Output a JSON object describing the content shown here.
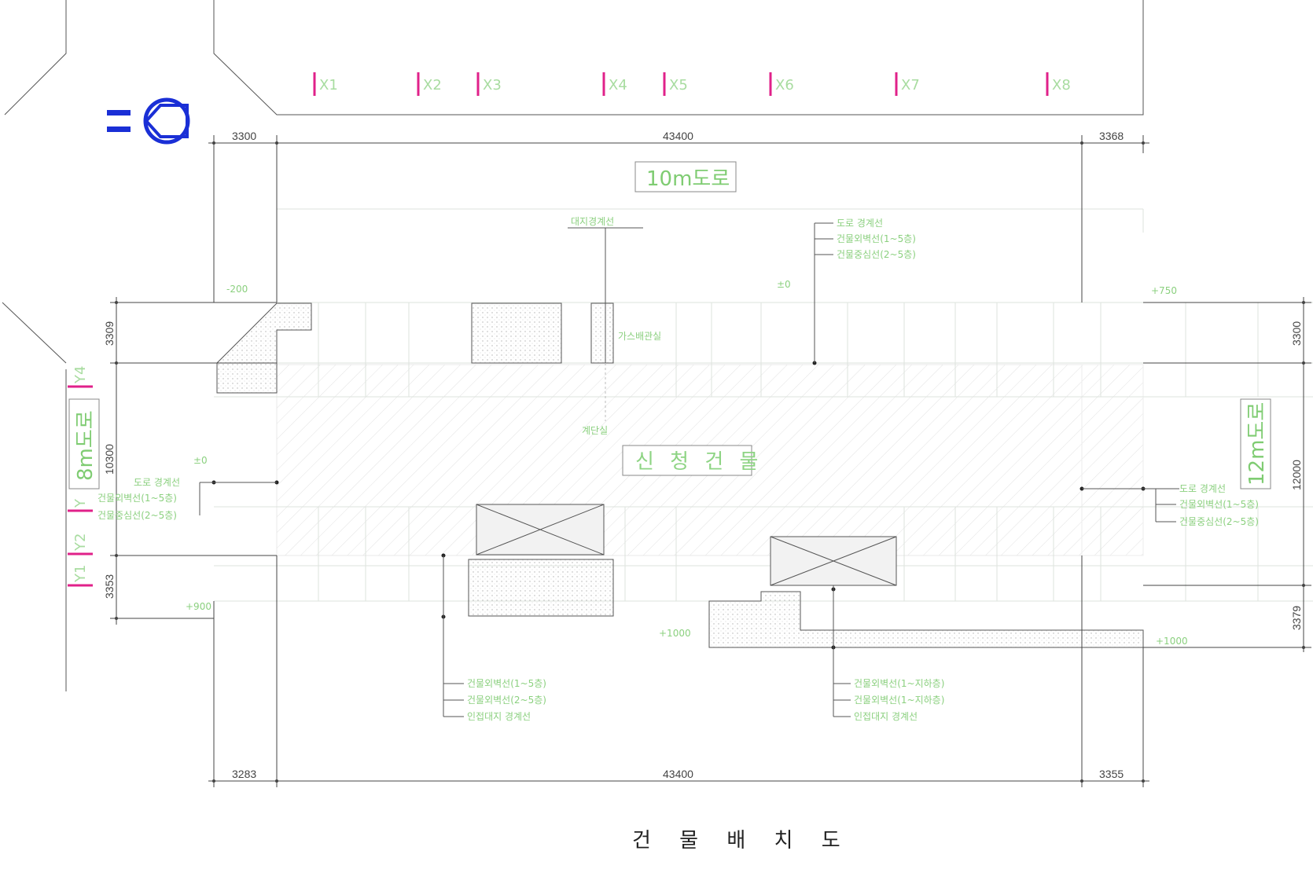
{
  "drawing_title": "건 물 배 치 도",
  "building_label": "신 청 건 물",
  "roads": {
    "north": "10m도로",
    "west": "8m도로",
    "east": "12m도로"
  },
  "grid_x": [
    "X1",
    "X2",
    "X3",
    "X4",
    "X5",
    "X6",
    "X7",
    "X8"
  ],
  "grid_y": [
    "Y4",
    "Y",
    "Y2",
    "Y1"
  ],
  "dimensions": {
    "top": [
      "3300",
      "43400",
      "3368"
    ],
    "bottom": [
      "3283",
      "43400",
      "3355"
    ],
    "left": [
      "3309",
      "10300",
      "3353"
    ],
    "right": [
      "3300",
      "12000",
      "3379"
    ]
  },
  "levels": [
    "-200",
    "±0",
    "+750",
    "±0",
    "+900",
    "+1000",
    "+1000"
  ],
  "notes": {
    "n_top_a": "대지경계선 ",
    "n_top_b": [
      "도로 경계선",
      "건물외벽선(1~5층)",
      "건물중심선(2~5층)"
    ],
    "n_mid_a": "계단실",
    "n_mid_b": "가스배관실",
    "n_left": [
      "도로 경계선",
      "건물외벽선(1~5층)",
      "건물중심선(2~5층)"
    ],
    "n_right": [
      "도로 경계선",
      "건물외벽선(1~5층)",
      "건물중심선(2~5층)"
    ],
    "n_bot_left": [
      "건물외벽선(1~5층)",
      "건물외벽선(2~5층)",
      "인접대지 경계선"
    ],
    "n_bot_right": [
      "건물외벽선(1~지하층)",
      "건물외벽선(1~지하층)",
      "인접대지 경계선"
    ]
  },
  "colors": {
    "grid_marker": "#e0218a",
    "north_arrow": "#1a2fd6",
    "annotation": "#7fcc72"
  }
}
